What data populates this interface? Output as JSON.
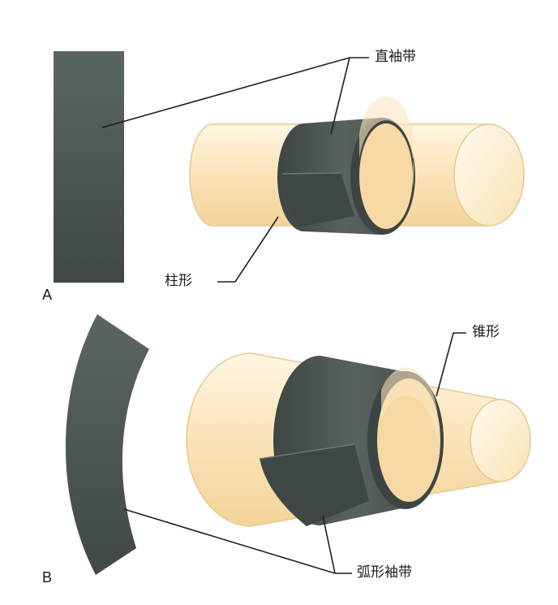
{
  "panels": {
    "a": {
      "letter": "A"
    },
    "b": {
      "letter": "B"
    }
  },
  "labels": {
    "straight_sleeve": "直袖带",
    "cylindrical": "柱形",
    "conical": "锥形",
    "curved_sleeve": "弧形袖带"
  },
  "colors": {
    "cuff": "#4a5350",
    "cylinder": "#f8ddaa",
    "outline": "#e4c48d"
  }
}
